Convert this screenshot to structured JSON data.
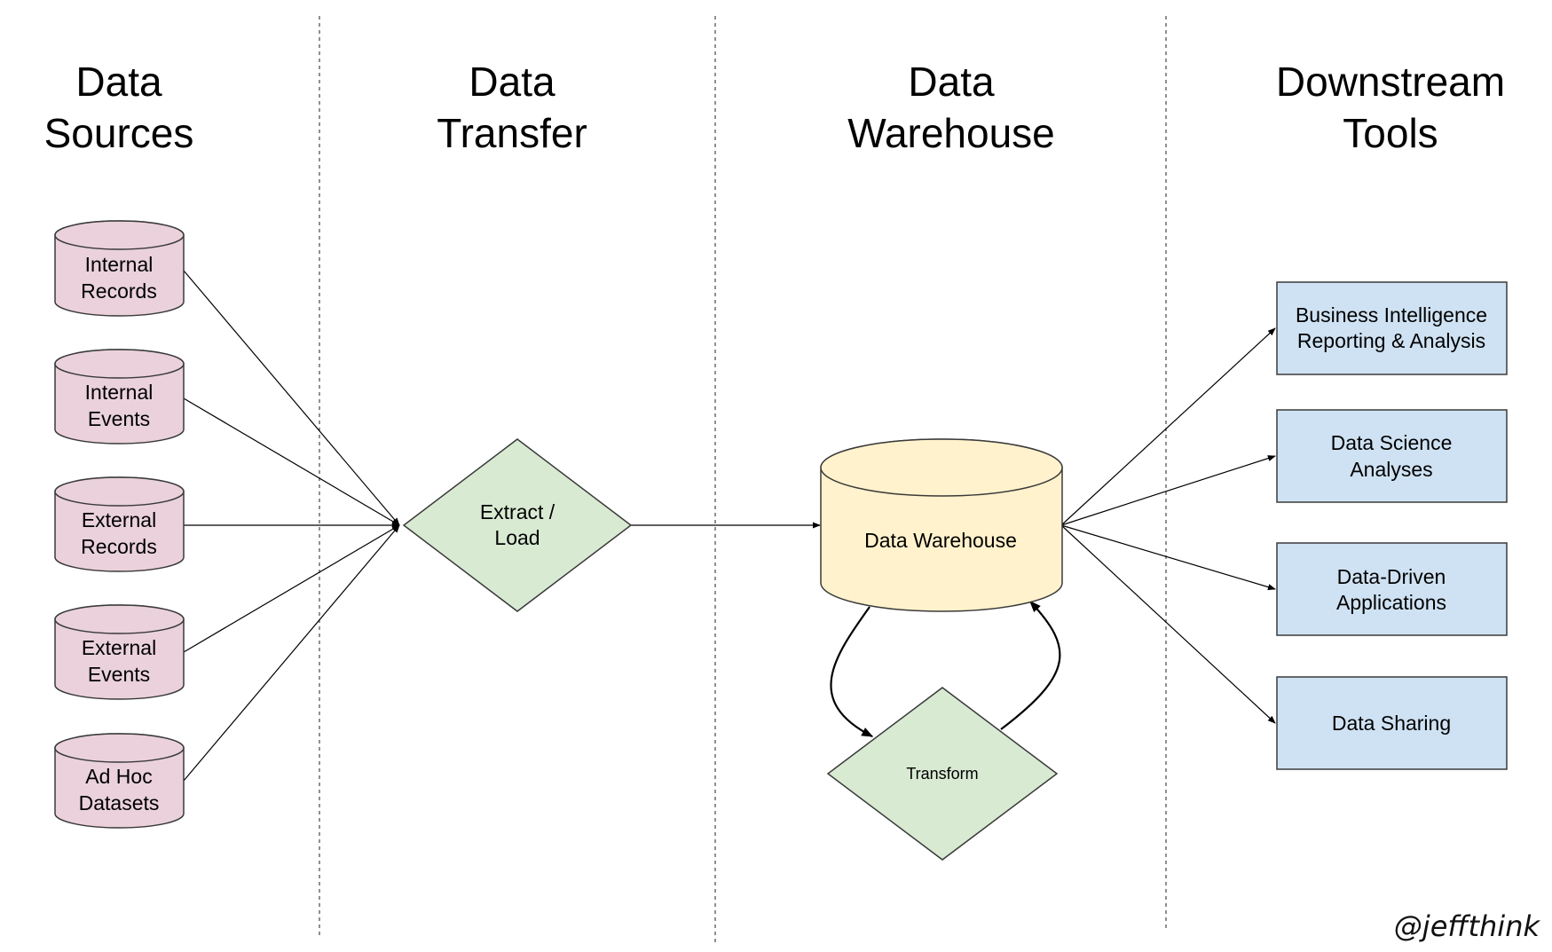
{
  "columns": {
    "sources": {
      "line1": "Data",
      "line2": "Sources"
    },
    "transfer": {
      "line1": "Data",
      "line2": "Transfer"
    },
    "warehouse": {
      "line1": "Data",
      "line2": "Warehouse"
    },
    "downstream": {
      "line1": "Downstream",
      "line2": "Tools"
    }
  },
  "sources": [
    {
      "line1": "Internal",
      "line2": "Records"
    },
    {
      "line1": "Internal",
      "line2": "Events"
    },
    {
      "line1": "External",
      "line2": "Records"
    },
    {
      "line1": "External",
      "line2": "Events"
    },
    {
      "line1": "Ad Hoc",
      "line2": "Datasets"
    }
  ],
  "extract_load": {
    "line1": "Extract /",
    "line2": "Load"
  },
  "warehouse_node": {
    "label": "Data Warehouse"
  },
  "transform": {
    "label": "Transform"
  },
  "tools": [
    {
      "line1": "Business Intelligence",
      "line2": "Reporting & Analysis"
    },
    {
      "line1": "Data Science",
      "line2": "Analyses"
    },
    {
      "line1": "Data-Driven",
      "line2": "Applications"
    },
    {
      "line1": "Data Sharing",
      "line2": ""
    }
  ],
  "signature": "@jeffthink",
  "colors": {
    "source_fill": "#ead1dc",
    "process_fill": "#d9ead3",
    "warehouse_fill": "#fff2cc",
    "tool_fill": "#cfe2f3"
  }
}
